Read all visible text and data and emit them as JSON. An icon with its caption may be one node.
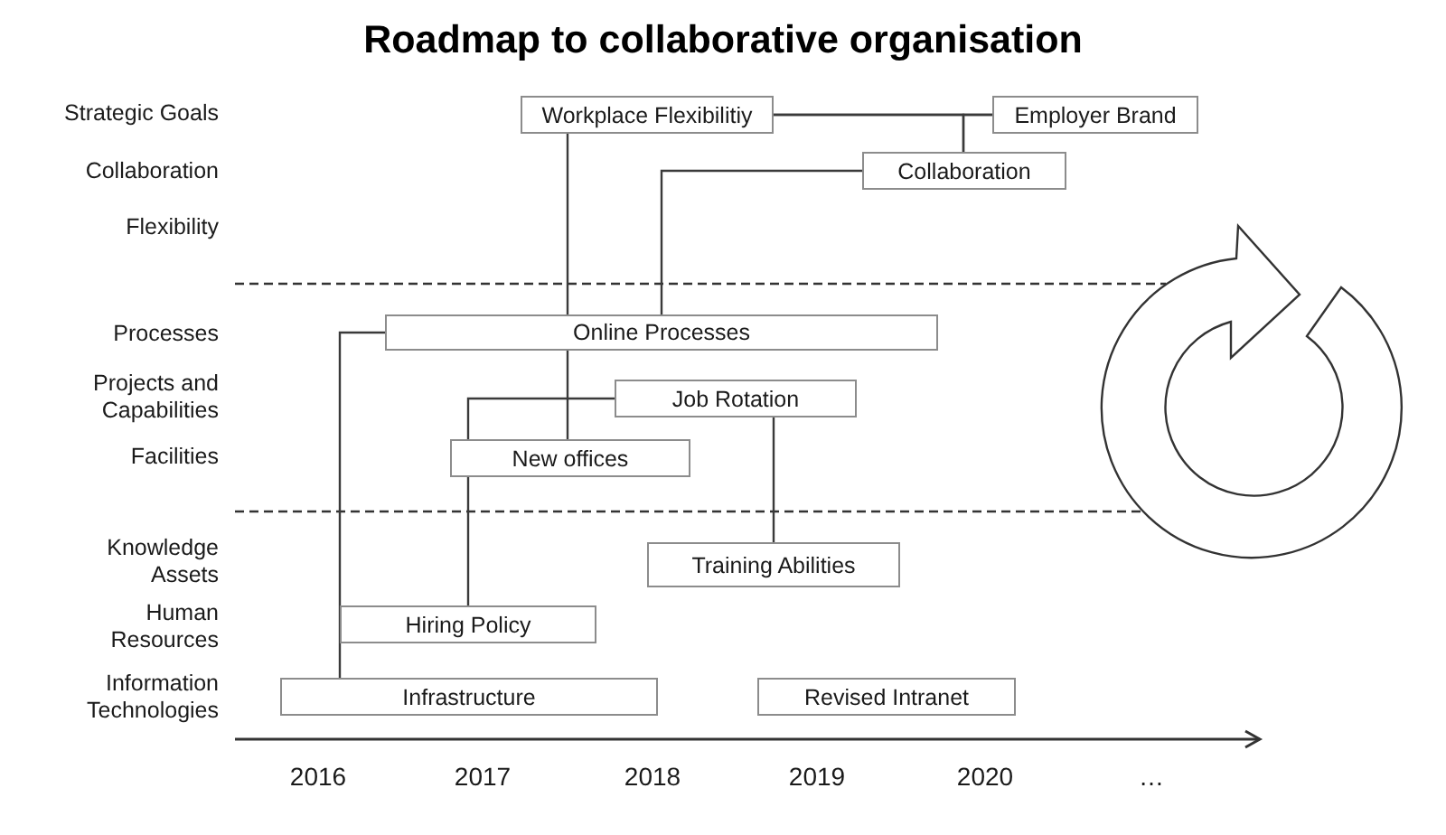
{
  "diagram": {
    "title": "Roadmap to collaborative organisation",
    "nodes": [
      {
        "text": [
          "Workplace Flexibilitiy"
        ]
      },
      {
        "text": [
          "Employer Brand"
        ]
      },
      {
        "text": [
          "Collaboration"
        ]
      },
      {
        "text": [
          "Online Processes"
        ]
      },
      {
        "text": [
          "Job Rotation"
        ]
      },
      {
        "text": [
          "New offices"
        ]
      },
      {
        "text": [
          "Training Abilities"
        ]
      },
      {
        "text": [
          "Hiring Policy"
        ]
      },
      {
        "text": [
          "Infrastructure"
        ]
      },
      {
        "text": [
          "Revised Intranet"
        ]
      }
    ],
    "edges": [
      {
        "from": 0,
        "to": 1,
        "arrow": "none"
      },
      {
        "from": 2,
        "to": 0,
        "arrow": "none"
      },
      {
        "from": 2,
        "to": 1,
        "arrow": "none"
      },
      {
        "from": 0,
        "to": 3,
        "arrow": "none"
      },
      {
        "from": 2,
        "to": 3,
        "arrow": "none"
      },
      {
        "from": 3,
        "to": 5,
        "arrow": "none"
      },
      {
        "from": 4,
        "to": 5,
        "arrow": "none"
      },
      {
        "from": 5,
        "to": 7,
        "arrow": "none"
      },
      {
        "from": 3,
        "to": 8,
        "arrow": "none"
      },
      {
        "from": 4,
        "to": 6,
        "arrow": "none"
      }
    ],
    "labels": [
      "Strategic Goals",
      "Collaboration",
      "Flexibility",
      "Processes",
      "Projects and Capabilities",
      "Facilities",
      "Knowledge Assets",
      "Human Resources",
      "Information Technologies",
      "2016",
      "2017",
      "2018",
      "2019",
      "2020",
      "…"
    ]
  }
}
